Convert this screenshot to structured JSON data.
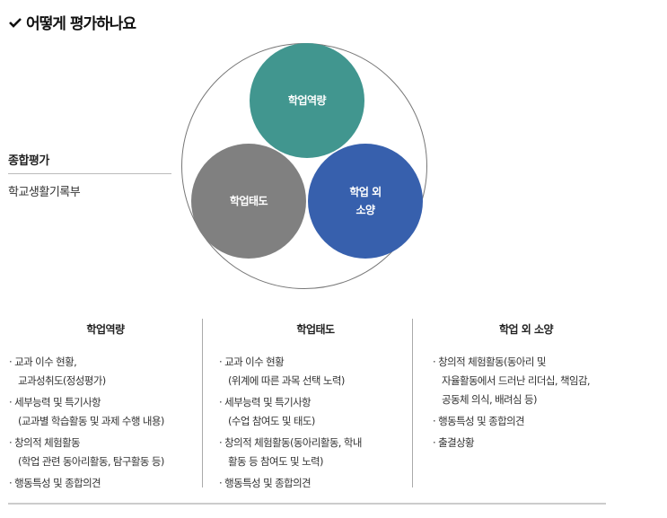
{
  "title": "어떻게 평가하나요",
  "left": {
    "heading": "종합평가",
    "sub": "학교생활기록부"
  },
  "diagram": {
    "top": {
      "label": "학업역량",
      "color": "#41968f"
    },
    "left": {
      "label": "학업태도",
      "color": "#808080"
    },
    "right": {
      "label": "학업 외\n소양",
      "color": "#3760ad"
    }
  },
  "columns": [
    {
      "title": "학업역량",
      "items": [
        "· 교과 이수 현황,\n교과성취도(정성평가)",
        "· 세부능력 및 특기사항\n(교과별 학습활동 및 과제 수행 내용)",
        "· 창의적 체험활동\n(학업 관련 동아리활동, 탐구활동 등)",
        "· 행동특성 및 종합의견"
      ]
    },
    {
      "title": "학업태도",
      "items": [
        "· 교과 이수 현황\n(위계에 따른 과목 선택 노력)",
        "· 세부능력 및 특기사항\n(수업 참여도 및 태도)",
        "· 창의적 체험활동(동아리활동, 학내\n활동 등 참여도 및 노력)",
        "· 행동특성 및 종합의견"
      ]
    },
    {
      "title": "학업 외 소양",
      "items": [
        "· 창의적 체험활동(동아리 및\n자율활동에서 드러난 리더십, 책임감,\n공동체 의식, 배려심 등)",
        "· 행동특성 및 종합의견",
        "· 출결상황"
      ]
    }
  ]
}
